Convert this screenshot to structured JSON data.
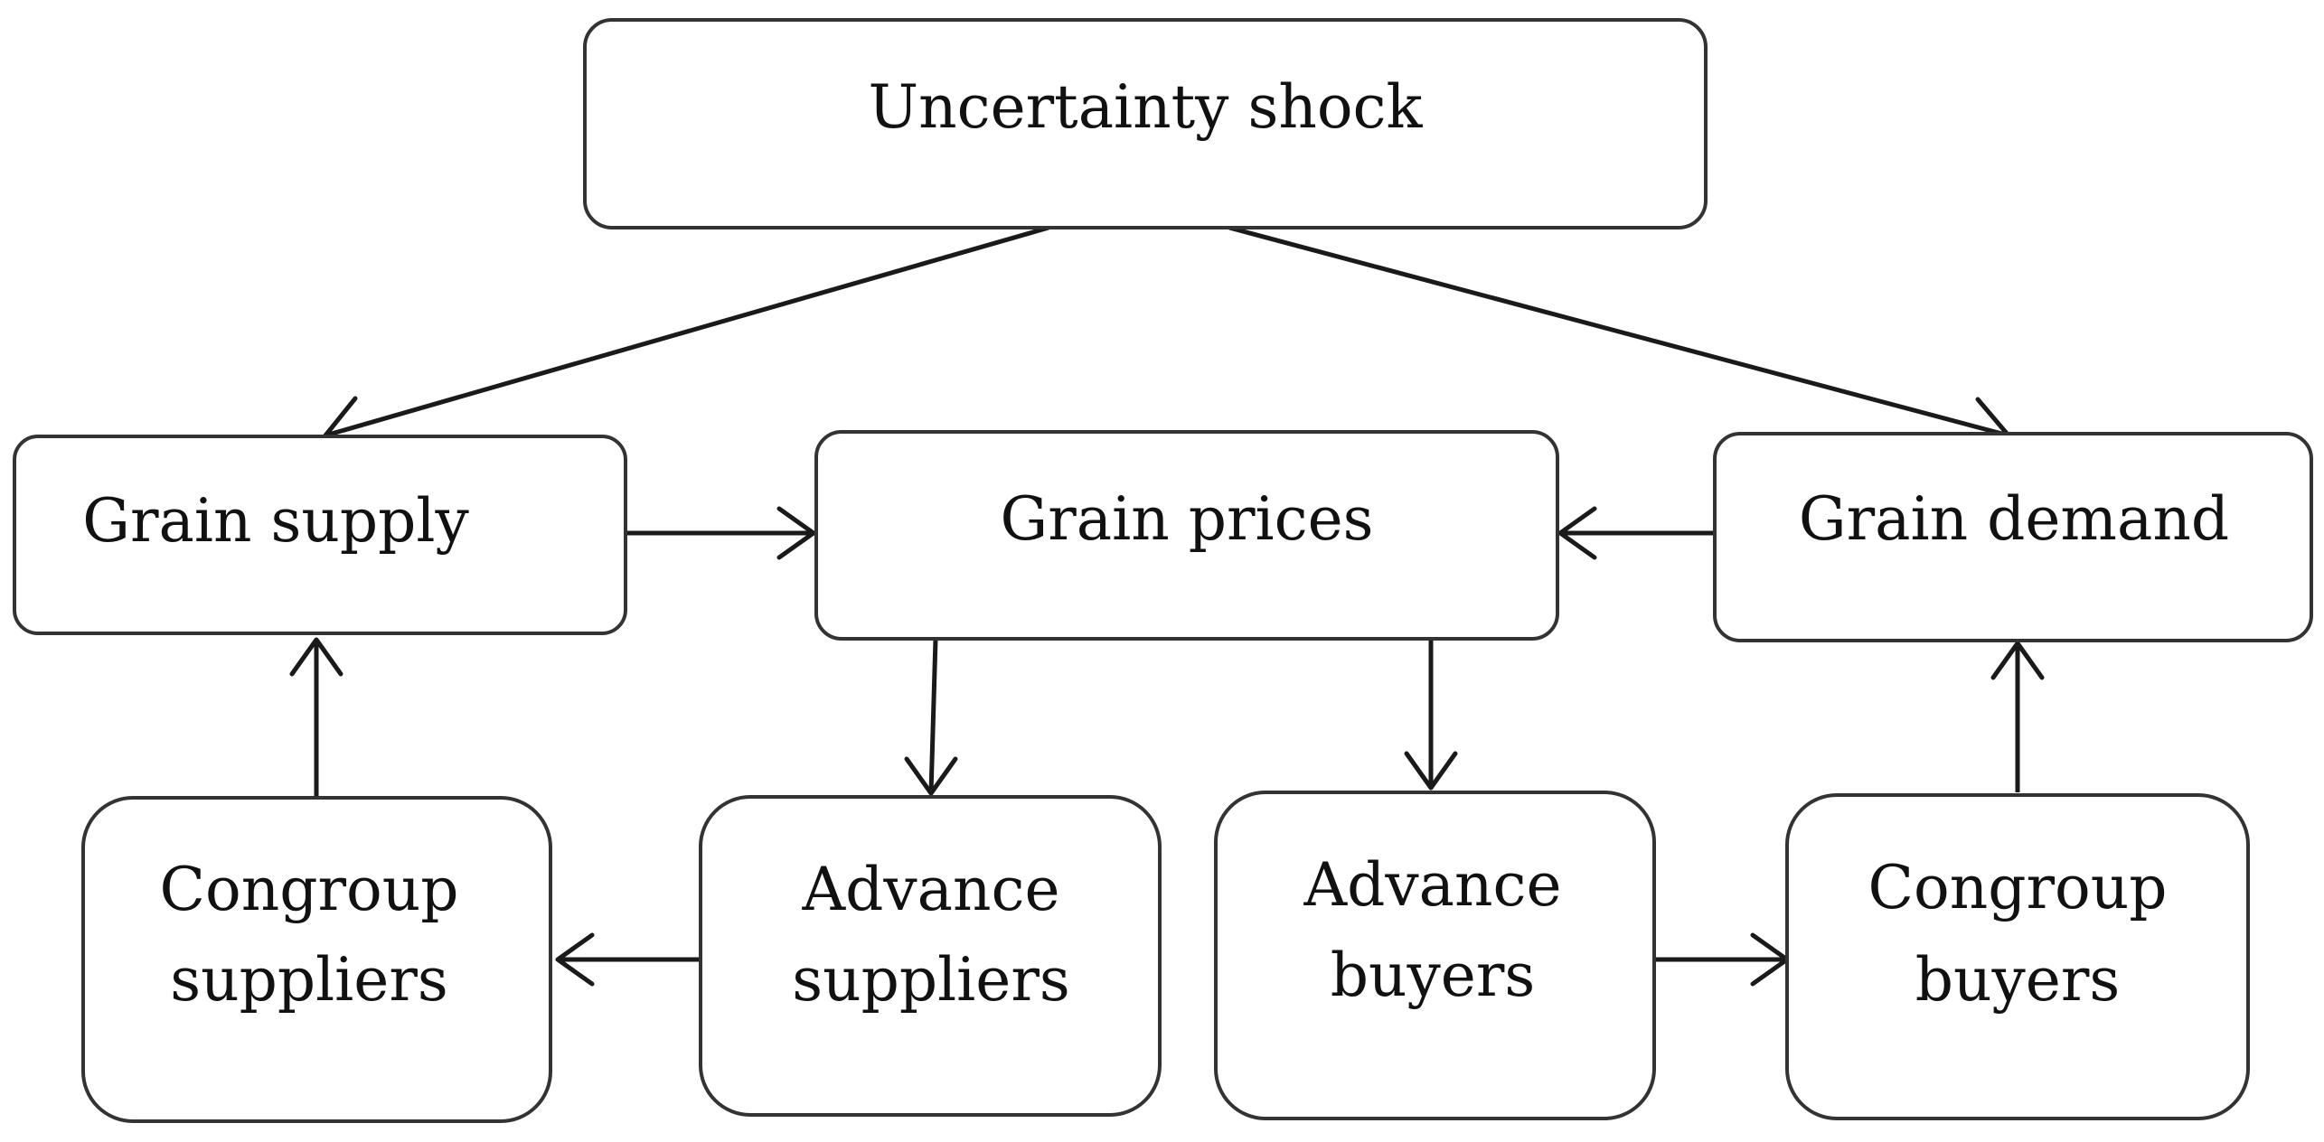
{
  "diagram": {
    "nodes": {
      "uncertainty_shock": {
        "label": "Uncertainty shock"
      },
      "grain_supply": {
        "label": "Grain supply"
      },
      "grain_prices": {
        "label": "Grain prices"
      },
      "grain_demand": {
        "label": "Grain demand"
      },
      "congroup_suppliers": {
        "line1": "Congroup",
        "line2": "suppliers"
      },
      "advance_suppliers": {
        "line1": "Advance",
        "line2": "suppliers"
      },
      "advance_buyers": {
        "line1": "Advance",
        "line2": "buyers"
      },
      "congroup_buyers": {
        "line1": "Congroup",
        "line2": "buyers"
      }
    },
    "edges": [
      {
        "from": "Uncertainty shock",
        "to": "Grain supply"
      },
      {
        "from": "Uncertainty shock",
        "to": "Grain demand"
      },
      {
        "from": "Grain supply",
        "to": "Grain prices"
      },
      {
        "from": "Grain demand",
        "to": "Grain prices"
      },
      {
        "from": "Grain prices",
        "to": "Advance suppliers"
      },
      {
        "from": "Grain prices",
        "to": "Advance buyers"
      },
      {
        "from": "Congroup suppliers",
        "to": "Grain supply"
      },
      {
        "from": "Advance suppliers",
        "to": "Congroup suppliers"
      },
      {
        "from": "Advance buyers",
        "to": "Congroup buyers"
      },
      {
        "from": "Congroup buyers",
        "to": "Grain demand"
      }
    ]
  }
}
